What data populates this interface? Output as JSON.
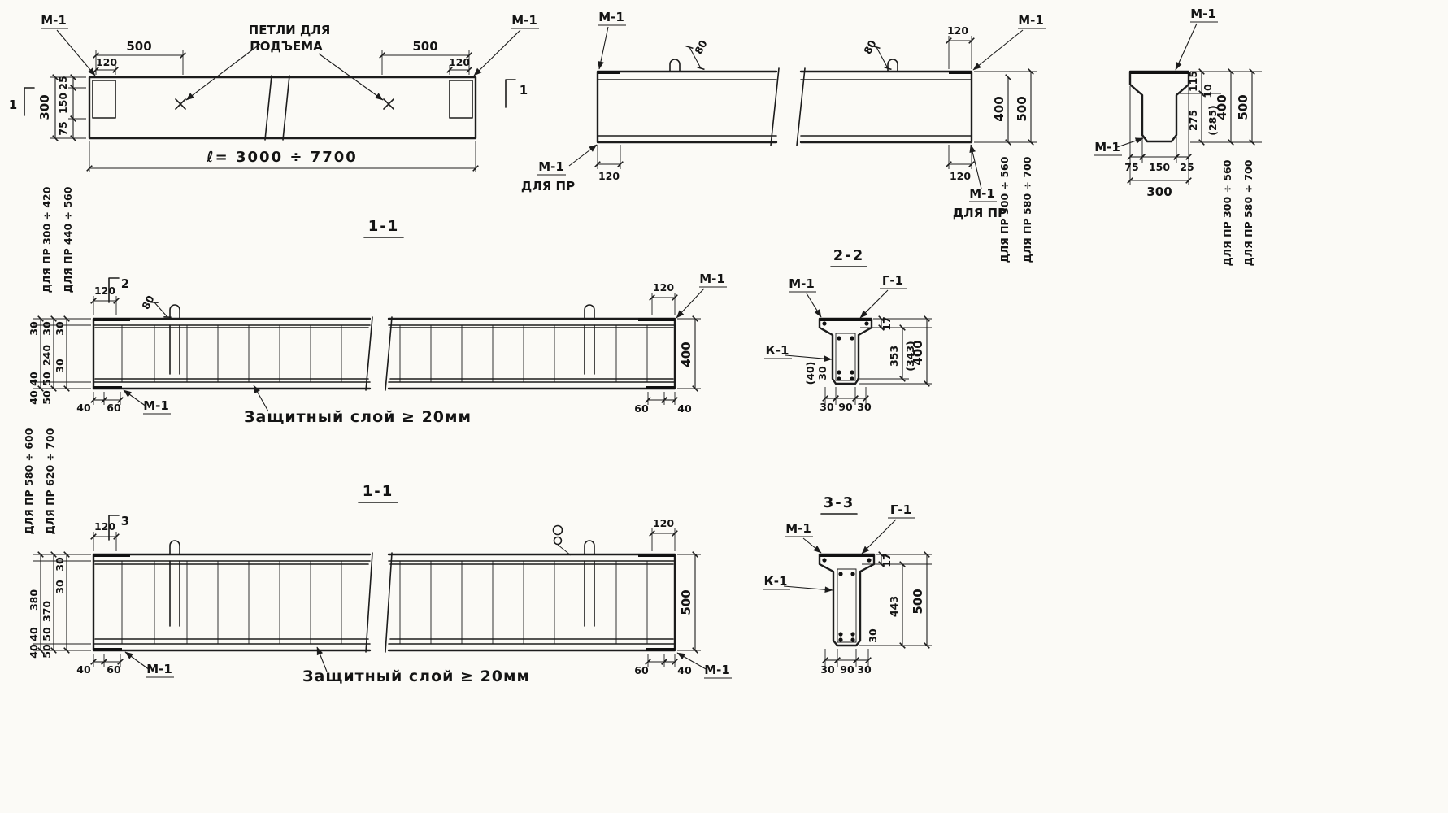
{
  "plan": {
    "m1_left": "М-1",
    "m1_right": "М-1",
    "loops_line1": "ПЕТЛИ ДЛЯ",
    "loops_line2": "ПОДЪЕМА",
    "dim_500_left": "500",
    "dim_120_left": "120",
    "dim_500_right": "500",
    "dim_120_right": "120",
    "dim_25": "25",
    "dim_150": "150",
    "dim_75": "75",
    "dim_300": "300",
    "section_marker": "1",
    "length": "ℓ= 3000 ÷ 7700"
  },
  "elevation": {
    "m1_top_left": "М-1",
    "m1_top_right": "М-1",
    "dim_80_left": "80",
    "dim_80_right": "80",
    "dim_120_top_right": "120",
    "dim_120_bottom_left": "120",
    "dim_120_bottom_right": "120",
    "m1_bottom_left": "М-1",
    "for_pr_bottom_left": "ДЛЯ ПР",
    "m1_bottom_right": "М-1",
    "for_pr_bottom_right": "ДЛЯ ПР",
    "dim_400": "400",
    "dim_500": "500",
    "range_400": "ДЛЯ ПР 300 ÷ 560",
    "range_500": "ДЛЯ ПР 580 ÷ 700"
  },
  "cross_section": {
    "m1_top": "М-1",
    "m1_left": "М-1",
    "dim_115": "115",
    "dim_10": "10",
    "dim_275": "275",
    "dim_285_alt": "(285)",
    "dim_400": "400",
    "dim_500": "500",
    "dim_75": "75",
    "dim_150": "150",
    "dim_25": "25",
    "dim_300": "300",
    "range_400": "ДЛЯ ПР 300 ÷ 560",
    "range_500": "ДЛЯ ПР 580 ÷ 700"
  },
  "section_1_1_top": {
    "title": "1-1",
    "marker": "2",
    "range_a": "ДЛЯ ПР 300 ÷ 420",
    "range_b": "ДЛЯ ПР 440 ÷ 560",
    "dim_120_left": "120",
    "dim_80": "80",
    "dim_120_right": "120",
    "m1_top_right": "М-1",
    "dim_400": "400",
    "left_30a": "30",
    "left_30b": "30",
    "left_30c": "30",
    "left_240": "240",
    "left_30d": "30",
    "left_40a": "40",
    "left_50a": "50",
    "left_40b": "40",
    "left_50b": "50",
    "bottom_40_left": "40",
    "bottom_60_left": "60",
    "m1_bottom_left": "М-1",
    "cover_note": "Защитный слой ≥ 20мм",
    "bottom_60_right": "60",
    "bottom_40_right": "40"
  },
  "section_2_2": {
    "title": "2-2",
    "m1": "М-1",
    "g1": "Г-1",
    "k1": "К-1",
    "dim_17": "17",
    "dim_353": "353",
    "dim_343_alt": "(343)",
    "dim_400": "400",
    "dim_30_left": "30",
    "dim_40_alt": "(40)",
    "bottom_30_left": "30",
    "bottom_90": "90",
    "bottom_30_right": "30"
  },
  "section_1_1_bottom": {
    "title": "1-1",
    "marker": "3",
    "range_a": "ДЛЯ ПР 580 ÷ 600",
    "range_b": "ДЛЯ ПР 620 ÷ 700",
    "dim_120_left": "120",
    "dim_120_right": "120",
    "dim_500": "500",
    "left_30a": "30",
    "left_380": "380",
    "left_370": "370",
    "left_30b": "30",
    "left_40a": "40",
    "left_50a": "50",
    "left_40b": "40",
    "left_50b": "50",
    "bottom_40_left": "40",
    "bottom_60_left": "60",
    "m1_bottom_left": "М-1",
    "cover_note": "Защитный слой ≥ 20мм",
    "bottom_60_right": "60",
    "bottom_40_right": "40",
    "m1_bottom_right": "М-1"
  },
  "section_3_3": {
    "title": "3-3",
    "m1": "М-1",
    "g1": "Г-1",
    "k1": "К-1",
    "dim_17": "17",
    "dim_443": "443",
    "dim_500": "500",
    "dim_30_side": "30",
    "bottom_30_left": "30",
    "bottom_90": "90",
    "bottom_30_right": "30"
  }
}
